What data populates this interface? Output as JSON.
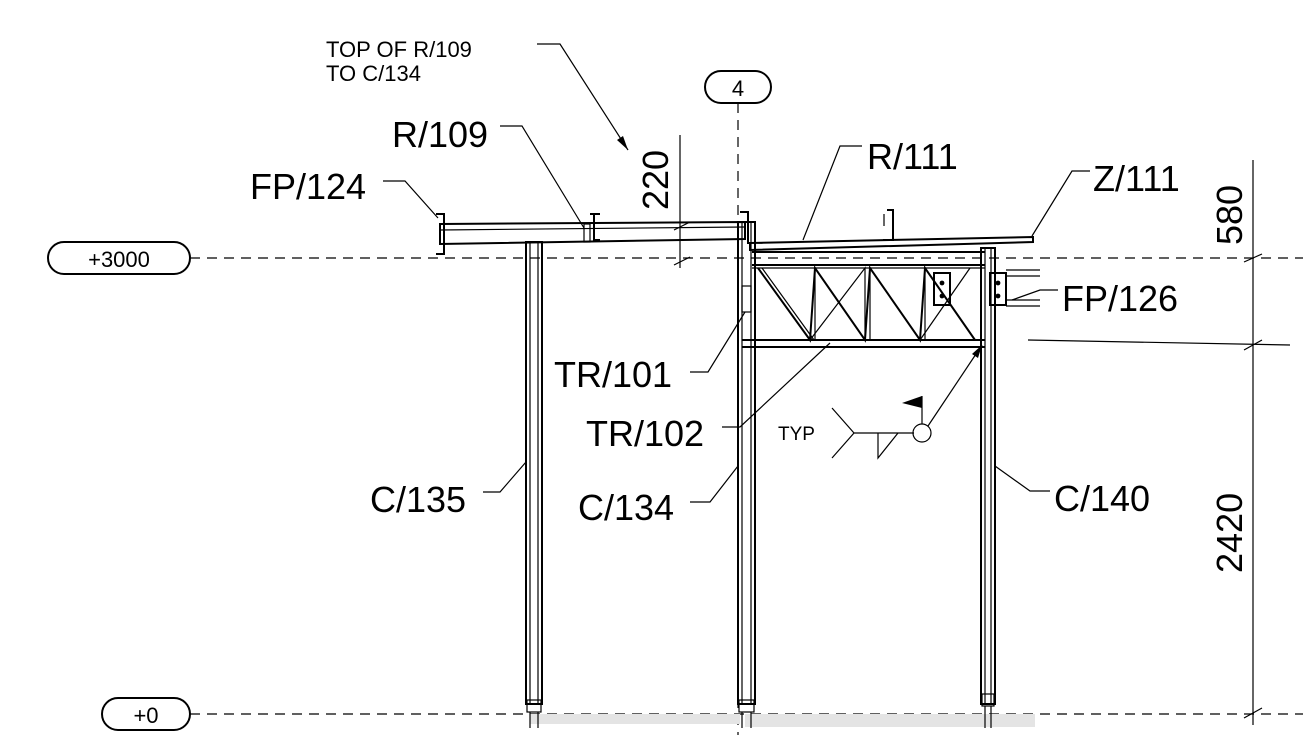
{
  "levels": {
    "top": "+3000",
    "ground": "+0"
  },
  "grid": {
    "axis": "4"
  },
  "dimensions": {
    "d220": "220",
    "d580": "580",
    "d2420": "2420"
  },
  "notes": {
    "top_line1": "TOP OF R/109",
    "top_line2": "TO C/134",
    "typ": "TYP"
  },
  "members": {
    "r109": "R/109",
    "fp124": "FP/124",
    "r111": "R/111",
    "z111": "Z/111",
    "fp126": "FP/126",
    "tr101": "TR/101",
    "tr102": "TR/102",
    "c135": "C/135",
    "c134": "C/134",
    "c140": "C/140"
  }
}
